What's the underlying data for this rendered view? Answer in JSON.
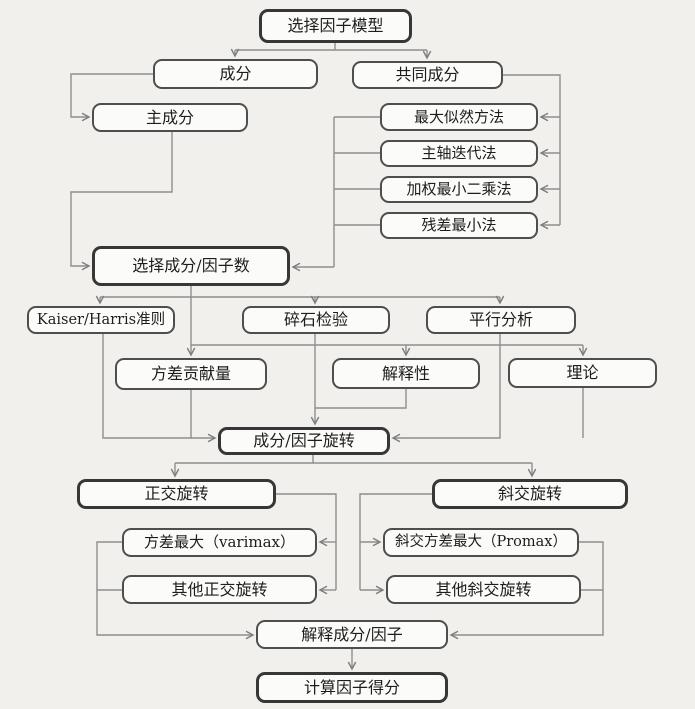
{
  "diagram": {
    "type": "flowchart",
    "nodes": {
      "model": {
        "label": "选择因子模型"
      },
      "component": {
        "label": "成分"
      },
      "common": {
        "label": "共同成分"
      },
      "principal": {
        "label": "主成分"
      },
      "ml": {
        "label": "最大似然方法"
      },
      "paf": {
        "label": "主轴迭代法"
      },
      "wls": {
        "label": "加权最小二乘法"
      },
      "minres": {
        "label": "残差最小法"
      },
      "nfactors": {
        "label": "选择成分/因子数"
      },
      "kaiser": {
        "label": "Kaiser/Harris准则"
      },
      "scree": {
        "label": "碎石检验"
      },
      "parallel": {
        "label": "平行分析"
      },
      "variance": {
        "label": "方差贡献量"
      },
      "interpretability": {
        "label": "解释性"
      },
      "theory": {
        "label": "理论"
      },
      "rotation": {
        "label": "成分/因子旋转"
      },
      "orthogonal": {
        "label": "正交旋转"
      },
      "oblique": {
        "label": "斜交旋转"
      },
      "varimax": {
        "label": "方差最大（varimax）"
      },
      "promax": {
        "label": "斜交方差最大（Promax）"
      },
      "other_orthogonal": {
        "label": "其他正交旋转"
      },
      "other_oblique": {
        "label": "其他斜交旋转"
      },
      "interpret": {
        "label": "解释成分/因子"
      },
      "scores": {
        "label": "计算因子得分"
      }
    },
    "colors": {
      "page_bg": "#f1f0ed",
      "box_fill": "#fbfbf9",
      "border": "#4e4e4e",
      "border_strong": "#373737",
      "line": "#8e8e8e",
      "text": "#1d1d1d"
    }
  }
}
